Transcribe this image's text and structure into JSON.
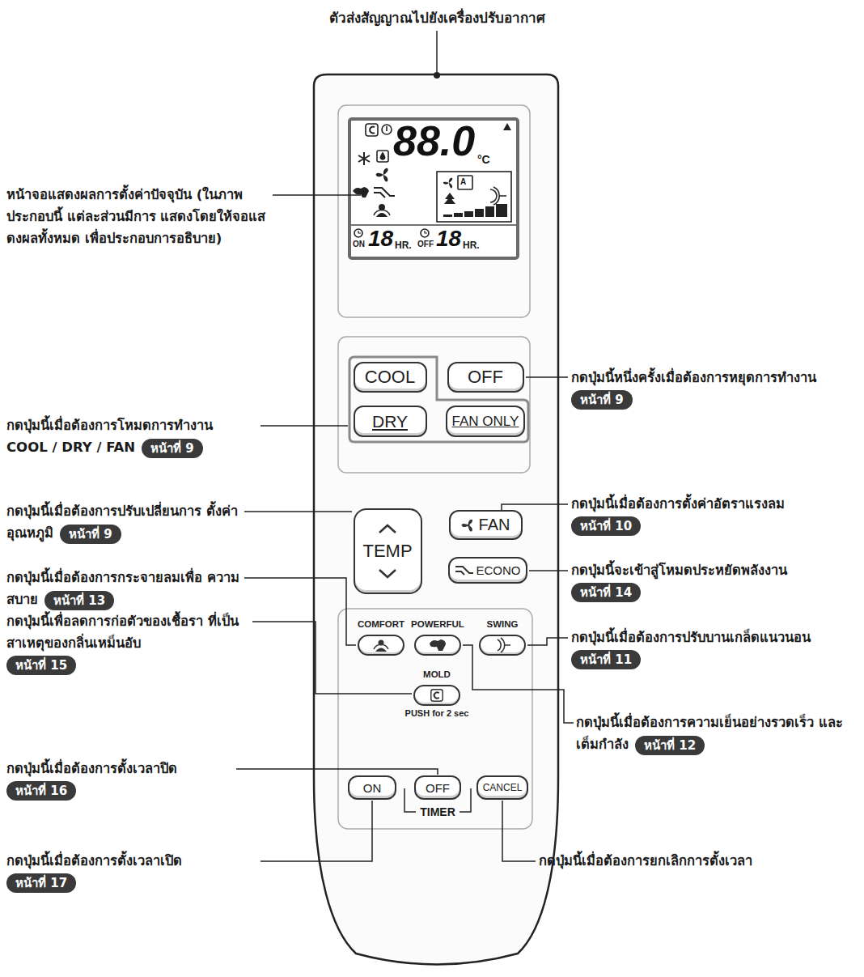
{
  "diagram": {
    "nodes": [
      {
        "text": [
          "COOL"
        ]
      },
      {
        "text": [
          "OFF"
        ]
      },
      {
        "text": [
          "หน้าที่ 9"
        ]
      },
      {
        "text": [
          "DRY"
        ]
      },
      {
        "text": [
          "FAN ONLY"
        ]
      },
      {
        "text": [
          "หน้าที่ 9"
        ]
      },
      {
        "text": [
          "FAN"
        ]
      },
      {
        "text": [
          "หน้าที่ 10"
        ]
      },
      {
        "text": [
          "TEMP"
        ]
      },
      {
        "text": [
          "หน้าที่ 9"
        ]
      },
      {
        "text": [
          "ECONO"
        ]
      },
      {
        "text": [
          "หน้าที่ 14"
        ]
      },
      {
        "text": [
          "หน้าที่ 13"
        ]
      },
      {
        "text": [
          "COMFORT"
        ]
      },
      {
        "text": [
          "POWERFUL"
        ]
      },
      {
        "text": [
          "SWING"
        ]
      },
      {
        "text": [
          "หน้าที่ 11"
        ]
      },
      {
        "text": [
          "หน้าที่ 15"
        ]
      },
      {
        "text": [
          "MOLD",
          "PUSH for 2 sec"
        ]
      },
      {
        "text": [
          "หน้าที่ 12"
        ]
      },
      {
        "text": [
          "หน้าที่ 16"
        ]
      },
      {
        "text": [
          "ON"
        ]
      },
      {
        "text": [
          "OFF"
        ]
      },
      {
        "text": [
          "CANCEL"
        ]
      },
      {
        "text": [
          "หน้าที่ 17"
        ]
      }
    ],
    "labels": [
      "ตัวส่งสัญญาณไปยังเครื่องปรับอากาศ",
      "88.0",
      "°C",
      "A",
      "ON",
      "18",
      "HR.",
      "OFF",
      "18",
      "HR.",
      "หน้าจอแสดงผลการตั้งค่าปัจจุบัน (ในภาพประกอบนี้ แต่ละส่วนมีการ แสดงโดยให้จอแสดงผลทั้งหมด เพื่อประกอบการอธิบาย)",
      "กดปุ่มนี้หนึ่งครั้งเมื่อต้องการหยุดการทำงาน",
      "กดปุ่มนี้เมื่อต้องการโหมดการทำงาน COOL / DRY / FAN",
      "กดปุ่มนี้เมื่อต้องการตั้งค่าอัตราแรงลม",
      "กดปุ่มนี้เมื่อต้องการปรับเปลี่ยนการ ตั้งค่าอุณหภูมิ",
      "กดปุ่มนี้จะเข้าสู่โหมดประหยัดพลังงาน",
      "กดปุ่มนี้เมื่อต้องการกระจายลมเพื่อ ความสบาย",
      "กดปุ่มนี้เพื่อลดการก่อตัวของเชื้อรา ที่เป็นสาเหตุของกลิ่นเหม็นอับ",
      "กดปุ่มนี้เมื่อต้องการปรับบานเกล็ดแนวนอน",
      "กดปุ่มนี้เมื่อต้องการความเย็นอย่างรวดเร็ว และเต็มกำลัง",
      "กดปุ่มนี้เมื่อต้องการตั้งเวลาปิด",
      "TIMER",
      "กดปุ่มนี้เมื่อต้องการตั้งเวลาเปิด",
      "กดปุ่มนี้เมื่อต้องการยกเลิกการตั้งเวลา"
    ]
  }
}
